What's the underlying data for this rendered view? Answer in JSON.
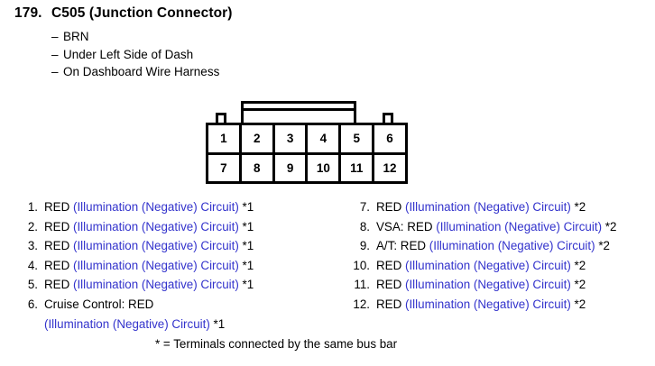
{
  "header": {
    "number": "179.",
    "title": "C505 (Junction Connector)",
    "details": [
      {
        "dash": "–",
        "text": "BRN"
      },
      {
        "dash": "–",
        "text": "Under Left Side of Dash"
      },
      {
        "dash": "–",
        "text": "On Dashboard Wire Harness"
      }
    ]
  },
  "connector": {
    "rows": [
      {
        "cells": [
          "1",
          "2",
          "3",
          "4",
          "5",
          "6"
        ]
      },
      {
        "cells": [
          "7",
          "8",
          "9",
          "10",
          "11",
          "12"
        ]
      }
    ]
  },
  "pins": {
    "left": [
      {
        "index": "1.",
        "wire": "RED ",
        "circuit": "(Illumination (Negative) Circuit)",
        "note": " *1"
      },
      {
        "index": "2.",
        "wire": "RED ",
        "circuit": "(Illumination (Negative) Circuit)",
        "note": " *1"
      },
      {
        "index": "3.",
        "wire": "RED ",
        "circuit": "(Illumination (Negative) Circuit)",
        "note": " *1"
      },
      {
        "index": "4.",
        "wire": "RED ",
        "circuit": "(Illumination (Negative) Circuit)",
        "note": " *1"
      },
      {
        "index": "5.",
        "wire": "RED ",
        "circuit": "(Illumination (Negative) Circuit)",
        "note": " *1"
      },
      {
        "index": "6.",
        "wire": "Cruise Control: RED",
        "circuit": "",
        "note": "",
        "continuation": "(Illumination (Negative) Circuit)",
        "continuation_note": " *1"
      }
    ],
    "right": [
      {
        "index": "7.",
        "wire": "RED ",
        "circuit": "(Illumination (Negative) Circuit)",
        "note": " *2"
      },
      {
        "index": "8.",
        "wire": "VSA: RED ",
        "circuit": "(Illumination (Negative) Circuit)",
        "note": " *2"
      },
      {
        "index": "9.",
        "wire": "A/T: RED ",
        "circuit": "(Illumination (Negative) Circuit)",
        "note": " *2"
      },
      {
        "index": "10.",
        "wire": "RED ",
        "circuit": "(Illumination (Negative) Circuit)",
        "note": " *2"
      },
      {
        "index": "11.",
        "wire": "RED ",
        "circuit": "(Illumination (Negative) Circuit)",
        "note": " *2"
      },
      {
        "index": "12.",
        "wire": "RED ",
        "circuit": "(Illumination (Negative) Circuit)",
        "note": " *2"
      }
    ]
  },
  "footnote": "* = Terminals connected by the same bus bar",
  "colors": {
    "circuit_blue": "#3333cc",
    "ink": "#000000",
    "background": "#ffffff"
  }
}
